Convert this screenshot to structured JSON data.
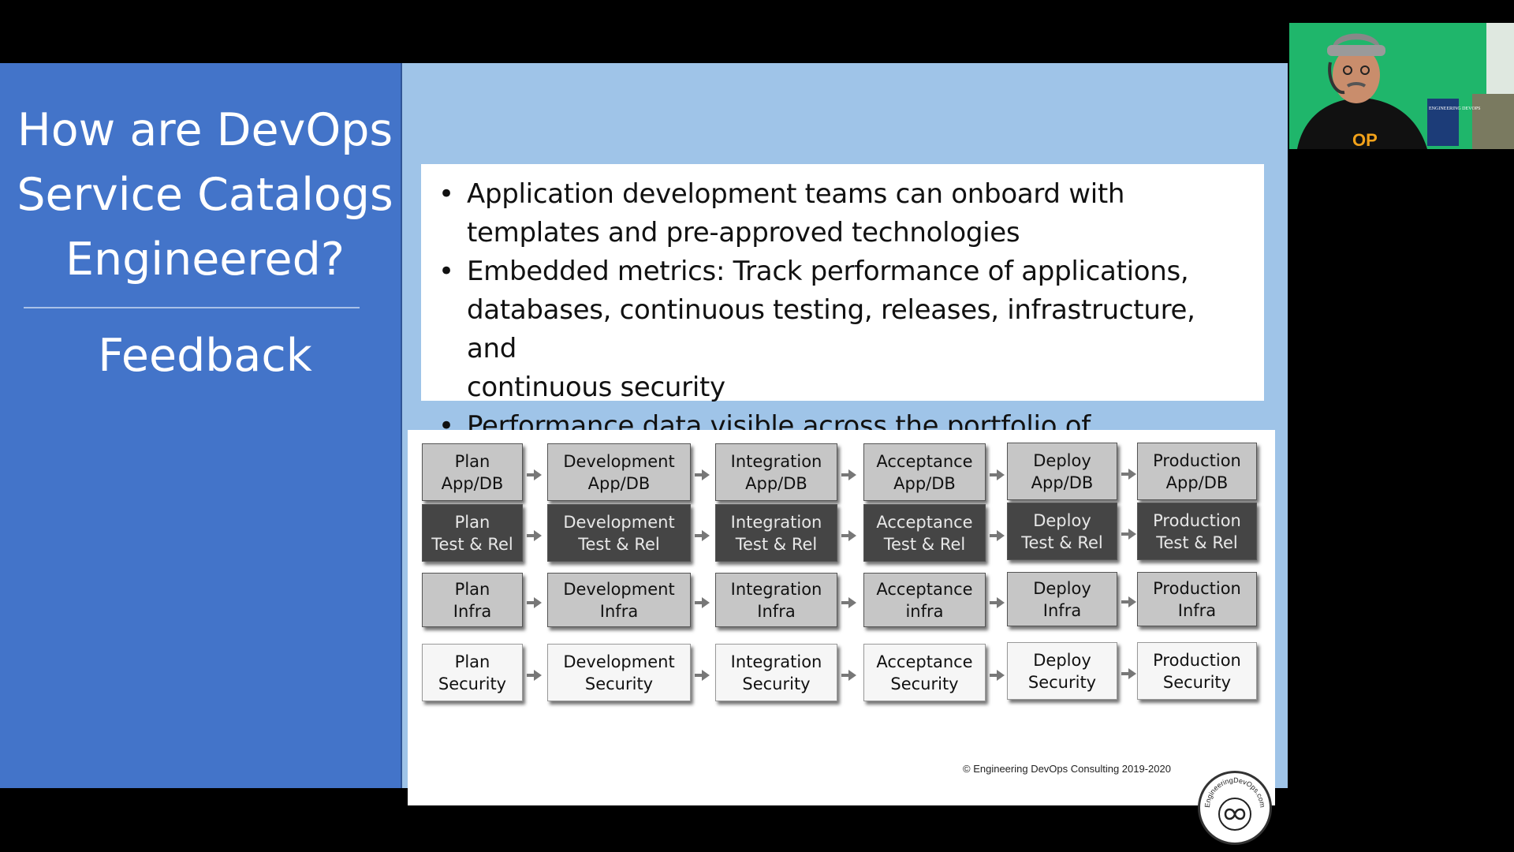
{
  "slide": {
    "title_lines": [
      "How are DevOps",
      "Service Catalogs",
      "Engineered?"
    ],
    "subtitle": "Feedback",
    "bullets": [
      {
        "lines": [
          "Application development teams can onboard with",
          "templates and pre-approved technologies"
        ]
      },
      {
        "lines": [
          "Embedded metrics: Track performance of applications,",
          "databases, continuous testing, releases, infrastructure, and",
          "continuous security"
        ]
      },
      {
        "lines": [
          "Performance data visible across the portfolio of applications"
        ]
      }
    ],
    "bullet_marker": "•",
    "copyright": "© Engineering DevOps Consulting  2019-2020",
    "logo_text": "EngineeringDevOps.com"
  },
  "diagram": {
    "rows": [
      [
        "Plan|App/DB",
        "Development|App/DB",
        "Integration|App/DB",
        "Acceptance|App/DB",
        "Deploy|App/DB",
        "Production|App/DB"
      ],
      [
        "Plan|Test & Rel",
        "Development|Test & Rel",
        "Integration|Test & Rel",
        "Acceptance|Test & Rel",
        "Deploy|Test & Rel",
        "Production|Test & Rel"
      ],
      [
        "Plan|Infra",
        "Development|Infra",
        "Integration|Infra",
        "Acceptance|infra",
        "Deploy|Infra",
        "Production|Infra"
      ],
      [
        "Plan|Security",
        "Development|Security",
        "Integration|Security",
        "Acceptance|Security",
        "Deploy|Security",
        "Production|Security"
      ]
    ]
  },
  "webcam": {
    "book_title": "ENGINEERING DEVOPS",
    "shirt_text": "OP"
  },
  "colors": {
    "slide_background": "#9fc4e8",
    "left_panel": "#4374c9",
    "dark_card": "#454545",
    "light_card": "#c6c6c6",
    "webcam_green": "#1fb66b"
  }
}
